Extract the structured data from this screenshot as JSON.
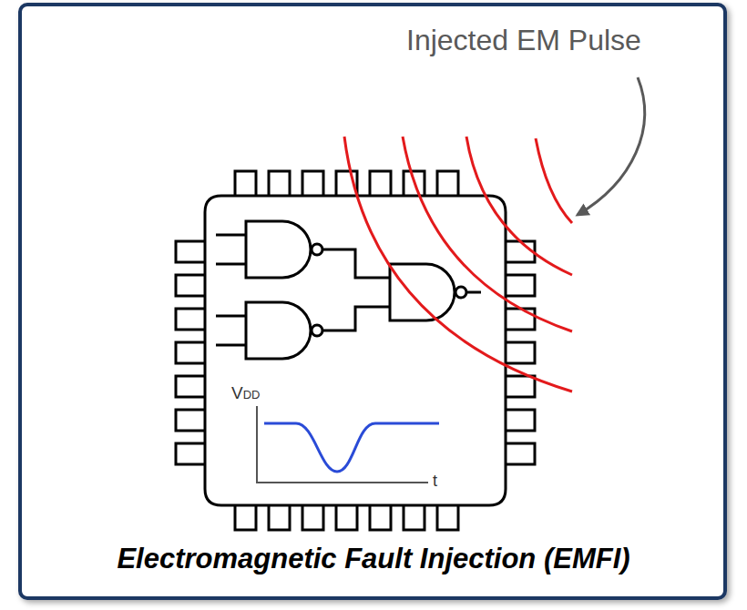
{
  "diagram": {
    "caption": "Electromagnetic Fault Injection (EMFI)",
    "labels": [
      "Injected EM Pulse",
      "VDD",
      "t"
    ]
  }
}
